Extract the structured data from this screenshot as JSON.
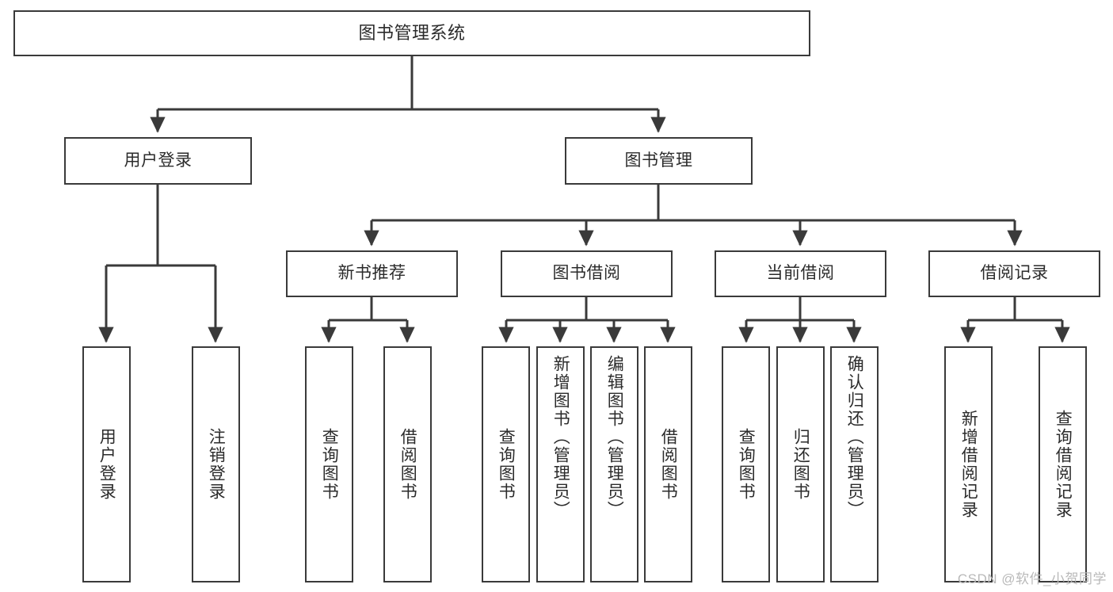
{
  "diagram": {
    "title": "图书管理系统",
    "watermark": "CSDN @软件_小贺同学",
    "line_color": "#3a3a3a",
    "background": "#ffffff",
    "text_color": "#2b2b2b",
    "watermark_color": "#b9b9b9"
  },
  "nodes": {
    "root": {
      "label": "图书管理系统",
      "level": 0
    },
    "user_login": {
      "label": "用户登录",
      "level": 1
    },
    "book_manage": {
      "label": "图书管理",
      "level": 1
    },
    "new_book_rec": {
      "label": "新书推荐",
      "level": 2
    },
    "book_borrow": {
      "label": "图书借阅",
      "level": 2
    },
    "current_borrow": {
      "label": "当前借阅",
      "level": 2
    },
    "borrow_record": {
      "label": "借阅记录",
      "level": 2
    },
    "leaf_user_login": {
      "label": "用户登录",
      "level": 3
    },
    "leaf_logout": {
      "label": "注销登录",
      "level": 3
    },
    "leaf_query_book_1": {
      "label": "查询图书",
      "level": 3
    },
    "leaf_borrow_book_1": {
      "label": "借阅图书",
      "level": 3
    },
    "leaf_query_book_2": {
      "label": "查询图书",
      "level": 3
    },
    "leaf_add_book": {
      "label": "新增图书（管理员）",
      "level": 3
    },
    "leaf_edit_book": {
      "label": "编辑图书（管理员）",
      "level": 3
    },
    "leaf_borrow_book_2": {
      "label": "借阅图书",
      "level": 3
    },
    "leaf_query_book_3": {
      "label": "查询图书",
      "level": 3
    },
    "leaf_return_book": {
      "label": "归还图书",
      "level": 3
    },
    "leaf_confirm_return": {
      "label": "确认归还（管理员）",
      "level": 3
    },
    "leaf_add_record": {
      "label": "新增借阅记录",
      "level": 3
    },
    "leaf_query_record": {
      "label": "查询借阅记录",
      "level": 3
    }
  },
  "edges": [
    {
      "from": "root",
      "to": "user_login"
    },
    {
      "from": "root",
      "to": "book_manage"
    },
    {
      "from": "user_login",
      "to": "leaf_user_login"
    },
    {
      "from": "user_login",
      "to": "leaf_logout"
    },
    {
      "from": "book_manage",
      "to": "new_book_rec"
    },
    {
      "from": "book_manage",
      "to": "book_borrow"
    },
    {
      "from": "book_manage",
      "to": "current_borrow"
    },
    {
      "from": "book_manage",
      "to": "borrow_record"
    },
    {
      "from": "new_book_rec",
      "to": "leaf_query_book_1"
    },
    {
      "from": "new_book_rec",
      "to": "leaf_borrow_book_1"
    },
    {
      "from": "book_borrow",
      "to": "leaf_query_book_2"
    },
    {
      "from": "book_borrow",
      "to": "leaf_add_book"
    },
    {
      "from": "book_borrow",
      "to": "leaf_edit_book"
    },
    {
      "from": "book_borrow",
      "to": "leaf_borrow_book_2"
    },
    {
      "from": "current_borrow",
      "to": "leaf_query_book_3"
    },
    {
      "from": "current_borrow",
      "to": "leaf_return_book"
    },
    {
      "from": "current_borrow",
      "to": "leaf_confirm_return"
    },
    {
      "from": "borrow_record",
      "to": "leaf_add_record"
    },
    {
      "from": "borrow_record",
      "to": "leaf_query_record"
    }
  ]
}
